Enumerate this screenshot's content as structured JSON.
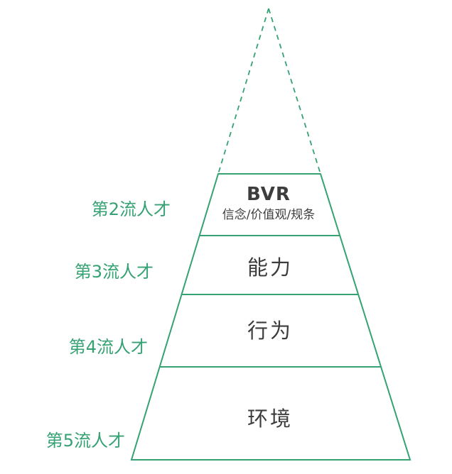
{
  "diagram": {
    "type": "pyramid",
    "background_color": "#ffffff",
    "accent_color": "#36a273",
    "text_color": "#3d3d3d",
    "apex_style": "dashed",
    "levels": [
      {
        "tier_label": "第2流人才",
        "name": "BVR",
        "subtitle": "信念/价值观/规条"
      },
      {
        "tier_label": "第3流人才",
        "name": "能力"
      },
      {
        "tier_label": "第4流人才",
        "name": "行为"
      },
      {
        "tier_label": "第5流人才",
        "name": "环境"
      }
    ]
  }
}
